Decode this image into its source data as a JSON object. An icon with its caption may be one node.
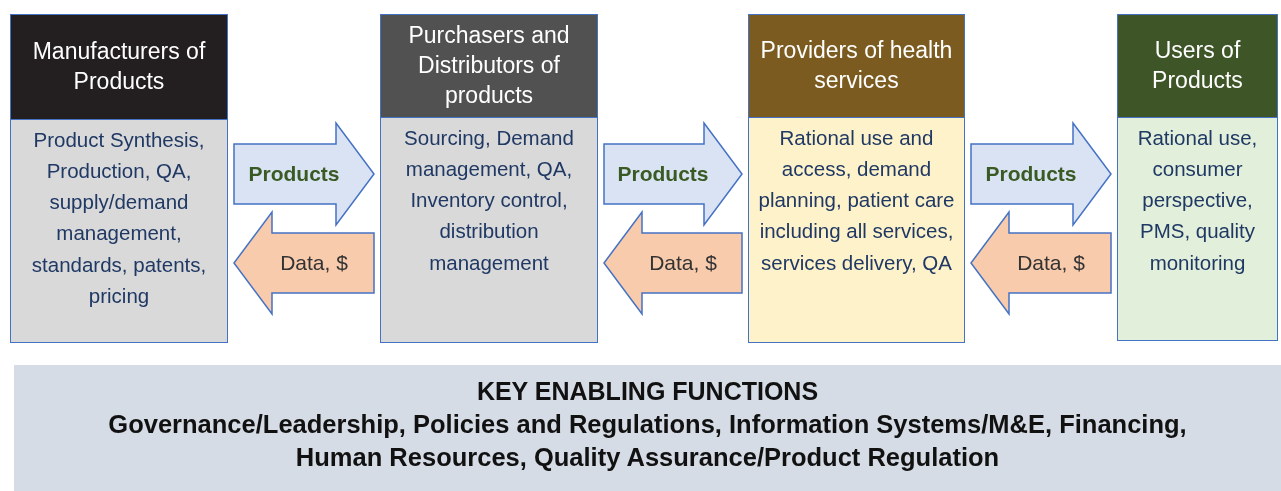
{
  "diagram": {
    "nodes": [
      {
        "text": [
          "Manufacturers of Products",
          "Product Synthesis, Production, QA, supply/demand management, standards, patents, pricing"
        ]
      },
      {
        "text": [
          "Purchasers and Distributors of products",
          "Sourcing, Demand management, QA, Inventory control, distribution management"
        ]
      },
      {
        "text": [
          "Providers of health services",
          "Rational use and access, demand planning, patient care including all services, services delivery, QA"
        ]
      },
      {
        "text": [
          "Users of Products",
          "Rational use, consumer perspective, PMS, quality monitoring"
        ]
      },
      {
        "text": [
          "KEY ENABLING FUNCTIONS",
          "Governance/Leadership, Policies and Regulations, Information Systems/M&E, Financing, Human Resources, Quality Assurance/Product Regulation"
        ]
      }
    ],
    "edges": [
      {
        "from": 0,
        "to": 1,
        "arrow": "to",
        "label": "Products"
      },
      {
        "from": 1,
        "to": 0,
        "arrow": "to",
        "label": "Data, $",
        "color": "#f8cbad"
      },
      {
        "from": 1,
        "to": 2,
        "arrow": "to",
        "label": "Products"
      },
      {
        "from": 2,
        "to": 1,
        "arrow": "to",
        "label": "Data, $",
        "color": "#f8cbad"
      },
      {
        "from": 2,
        "to": 3,
        "arrow": "to",
        "label": "Products"
      },
      {
        "from": 3,
        "to": 2,
        "arrow": "to",
        "label": "Data, $",
        "color": "#f8cbad"
      }
    ]
  }
}
